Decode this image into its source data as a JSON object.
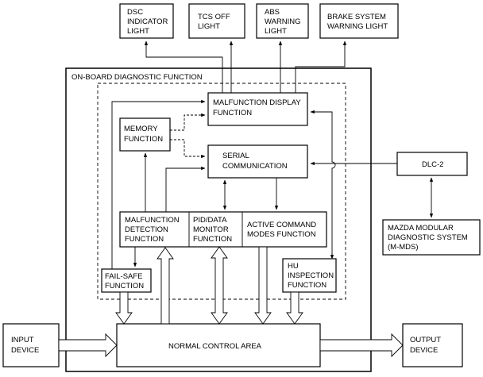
{
  "outputs": {
    "dsc": [
      "DSC",
      "INDICATOR",
      "LIGHT"
    ],
    "tcs": [
      "TCS OFF",
      "LIGHT"
    ],
    "abs": [
      "ABS",
      "WARNING",
      "LIGHT"
    ],
    "brake": [
      "BRAKE SYSTEM",
      "WARNING LIGHT"
    ]
  },
  "obd_title": "ON-BOARD DIAGNOSTIC FUNCTION",
  "blocks": {
    "malfunction_display": [
      "MALFUNCTION DISPLAY",
      "FUNCTION"
    ],
    "memory": [
      "MEMORY",
      "FUNCTION"
    ],
    "serial": [
      "SERIAL",
      "COMMUNICATION"
    ],
    "detection": [
      "MALFUNCTION",
      "DETECTION",
      "FUNCTION"
    ],
    "pid": [
      "PID/DATA",
      "MONITOR",
      "FUNCTION"
    ],
    "active": [
      "ACTIVE COMMAND",
      "MODES FUNCTION"
    ],
    "failsafe": [
      "FAIL-SAFE",
      "FUNCTION"
    ],
    "hu": [
      "HU",
      "INSPECTION",
      "FUNCTION"
    ]
  },
  "dlc": "DLC-2",
  "mmds": [
    "MAZDA MODULAR",
    "DIAGNOSTIC SYSTEM",
    "(M-MDS)"
  ],
  "input_device": [
    "INPUT",
    "DEVICE"
  ],
  "normal_control": "NORMAL CONTROL AREA",
  "output_device": [
    "OUTPUT",
    "DEVICE"
  ]
}
